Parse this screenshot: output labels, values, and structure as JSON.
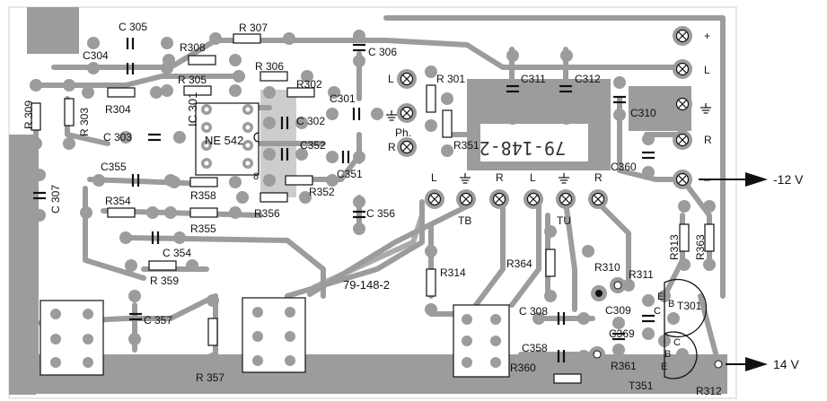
{
  "board": {
    "stamp_top": "79-148-2",
    "stamp_bottom": "79-148-2",
    "ic_designator": "IC 301",
    "ic_type": "NE 542",
    "ic_pin": "8"
  },
  "components": {
    "capacitors": [
      "C 305",
      "C304",
      "C 306",
      "C301",
      "C 302",
      "C352",
      "C 303",
      "C 307",
      "C355",
      "C351",
      "C 356",
      "C 354",
      "C 357",
      "C311",
      "C312",
      "C310",
      "C360",
      "C 308",
      "C309",
      "C358",
      "C369"
    ],
    "resistors": [
      "R 307",
      "R308",
      "R 306",
      "R 305",
      "R302",
      "R304",
      "R 309",
      "R 303",
      "R354",
      "R358",
      "R352",
      "R356",
      "R355",
      "R 359",
      "R 357",
      "R 301",
      "R351",
      "R314",
      "R364",
      "R310",
      "R311",
      "R313",
      "R363",
      "R360",
      "R361",
      "R312"
    ],
    "transistors": [
      "T301",
      "T351"
    ],
    "transistor_pins": [
      "E",
      "C",
      "B",
      "C",
      "B",
      "E"
    ]
  },
  "connectors": {
    "in_labels": [
      "L",
      "R"
    ],
    "ph_label": "Ph.",
    "tb_labels": [
      "L",
      "R"
    ],
    "tu_labels": [
      "L",
      "R"
    ],
    "tb_name": "TB",
    "tu_name": "TU",
    "out_labels": [
      "+",
      "L",
      "R",
      "–"
    ]
  },
  "power": {
    "neg_label": "-12 V",
    "pos_label": "14 V"
  },
  "colors": {
    "copper": "#9c9c9c",
    "ink": "#111111",
    "board": "#ffffff"
  }
}
